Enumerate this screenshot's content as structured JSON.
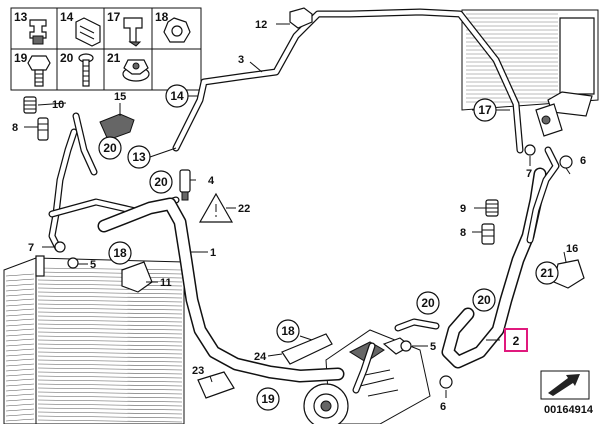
{
  "legend": {
    "cells": [
      {
        "num": "13",
        "icon": "hose-clip-icon"
      },
      {
        "num": "14",
        "icon": "double-bracket-icon"
      },
      {
        "num": "17",
        "icon": "holder-icon"
      },
      {
        "num": "18",
        "icon": "hex-nut-icon"
      },
      {
        "num": "19",
        "icon": "hex-bolt-icon"
      },
      {
        "num": "20",
        "icon": "screw-icon"
      },
      {
        "num": "21",
        "icon": "collar-nut-icon"
      }
    ]
  },
  "callouts": {
    "c20a": "20",
    "c13": "13",
    "c14": "14",
    "c17": "17",
    "c20b": "20",
    "c18a": "18",
    "c20c": "20",
    "c20d": "20",
    "c18b": "18",
    "c19": "19",
    "c21": "21"
  },
  "labels": {
    "l12": "12",
    "l3": "3",
    "l10": "10",
    "l8a": "8",
    "l15": "15",
    "l4": "4",
    "l22": "22",
    "l1": "1",
    "l7a": "7",
    "l5a": "5",
    "l11": "11",
    "l24": "24",
    "l23": "23",
    "l5b": "5",
    "l6a": "6",
    "l7b": "7",
    "l6b": "6",
    "l9": "9",
    "l8b": "8",
    "l16": "16",
    "l2": "2"
  },
  "diagram_id": "00164914",
  "highlight_color": "#e0197d"
}
